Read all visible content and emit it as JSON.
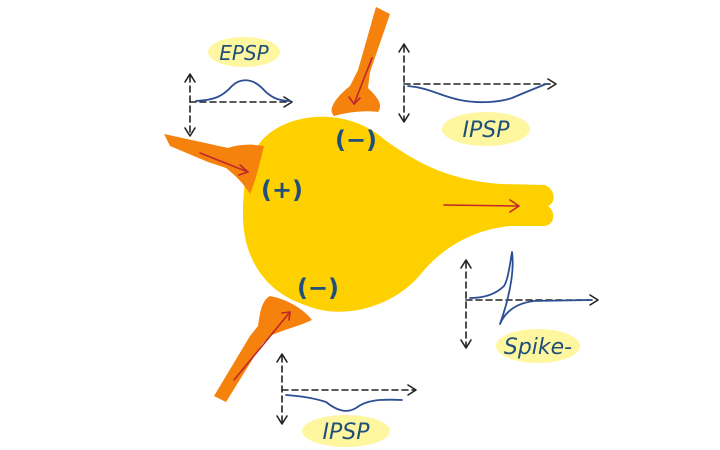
{
  "colors": {
    "soma": "#FFD000",
    "axon_terminal": "#F5820D",
    "trace": "#2C4F94",
    "sign_text": "#1F4F7A",
    "label_highlight": "#FFF6A0",
    "signal_arrow": "#C0262D"
  },
  "labels": {
    "epsp": "EPSP",
    "ipsp_top": "IPSP",
    "ipsp_bottom": "IPSP",
    "spike": "Spike-"
  },
  "signs": {
    "excitatory": "(+)",
    "inhibitory_top": "(−)",
    "inhibitory_bottom": "(−)"
  }
}
